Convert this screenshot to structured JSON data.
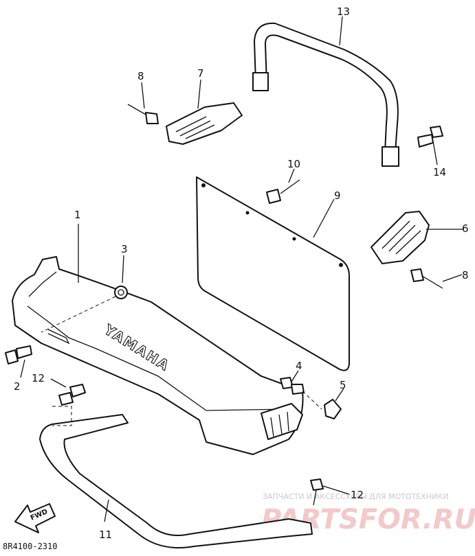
{
  "diagram": {
    "figure_code": "8R4100-2310",
    "brand_text": "YAMAHA",
    "direction_text": "FWD",
    "callouts": [
      {
        "id": "c1",
        "text": "1"
      },
      {
        "id": "c2",
        "text": "2"
      },
      {
        "id": "c3",
        "text": "3"
      },
      {
        "id": "c4",
        "text": "4"
      },
      {
        "id": "c5",
        "text": "5"
      },
      {
        "id": "c6",
        "text": "6"
      },
      {
        "id": "c7",
        "text": "7"
      },
      {
        "id": "c8a",
        "text": "8"
      },
      {
        "id": "c8b",
        "text": "8"
      },
      {
        "id": "c9",
        "text": "9"
      },
      {
        "id": "c10",
        "text": "10"
      },
      {
        "id": "c11",
        "text": "11"
      },
      {
        "id": "c12a",
        "text": "12"
      },
      {
        "id": "c12b",
        "text": "12"
      },
      {
        "id": "c13",
        "text": "13"
      },
      {
        "id": "c14",
        "text": "14"
      }
    ]
  },
  "watermark": {
    "line1": "ЗАПЧАСТИ И АКСЕССУАРЫ ДЛЯ МОТОТЕХНИКИ",
    "line2": "PARTSFOR.RU"
  },
  "colors": {
    "ink": "#111111",
    "paper": "#ffffff",
    "watermark": "#f3c9c9"
  }
}
